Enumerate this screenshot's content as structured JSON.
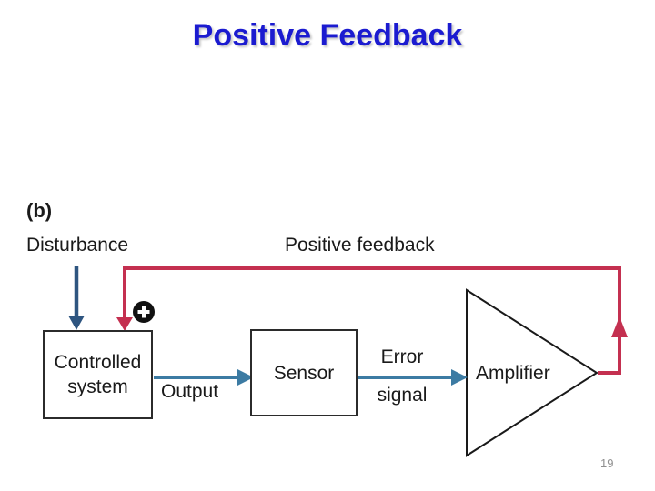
{
  "slide": {
    "title": "Positive Feedback",
    "page_number": "19"
  },
  "diagram": {
    "panel_label": "(b)",
    "labels": {
      "disturbance": "Disturbance",
      "positive_feedback": "Positive feedback",
      "output": "Output",
      "error_line1": "Error",
      "error_line2": "signal"
    },
    "nodes": {
      "controlled_system_line1": "Controlled",
      "controlled_system_line2": "system",
      "sensor": "Sensor",
      "amplifier": "Amplifier"
    },
    "junction_symbol": "+",
    "colors": {
      "title_blue": "#1b1bd0",
      "feedback_red": "#c43050",
      "disturbance_blue": "#2e5580",
      "signal_blue": "#3c7ba3",
      "box_border": "#2b2b2b",
      "junction_black": "#111111",
      "page_number_gray": "#8f8f8f"
    }
  }
}
